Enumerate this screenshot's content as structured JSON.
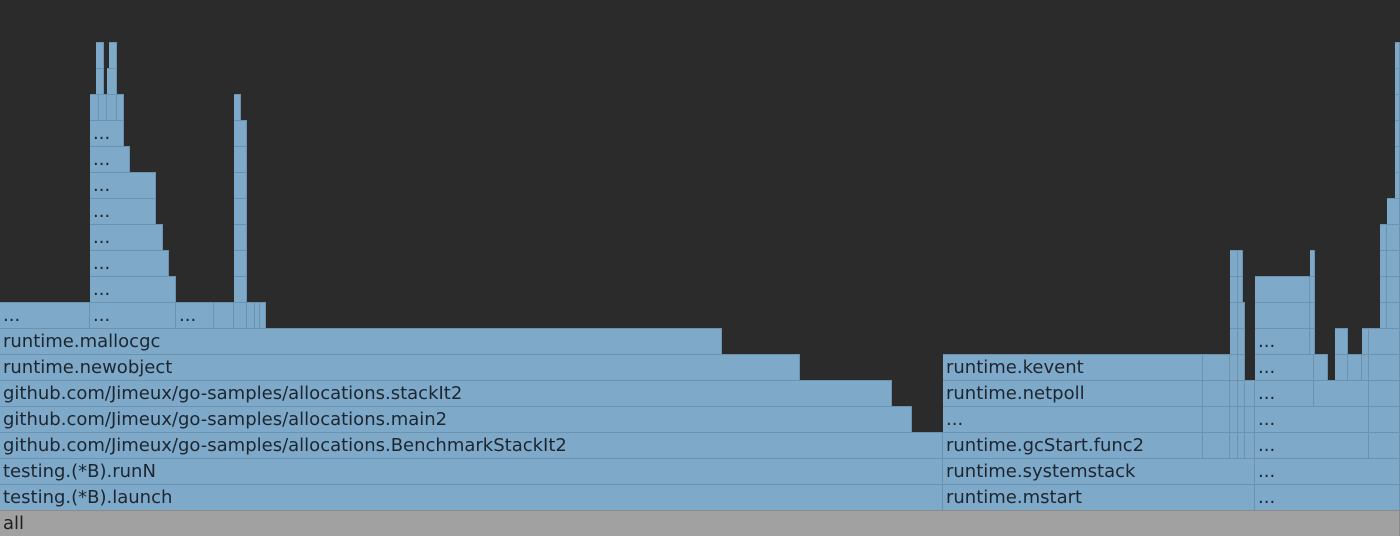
{
  "chart_data": {
    "type": "flamegraph",
    "root": "all",
    "frames": [
      {
        "label": "all",
        "depth": 0,
        "start": 0,
        "width": 1400,
        "root": true
      },
      {
        "label": "testing.(*B).launch",
        "depth": 1,
        "start": 0,
        "width": 943
      },
      {
        "label": "runtime.mstart",
        "depth": 1,
        "start": 943,
        "width": 312
      },
      {
        "label": "...",
        "depth": 1,
        "start": 1255,
        "width": 145
      },
      {
        "label": "testing.(*B).runN",
        "depth": 2,
        "start": 0,
        "width": 943
      },
      {
        "label": "runtime.systemstack",
        "depth": 2,
        "start": 943,
        "width": 312
      },
      {
        "label": "...",
        "depth": 2,
        "start": 1255,
        "width": 145
      },
      {
        "label": "github.com/Jimeux/go-samples/allocations.BenchmarkStackIt2",
        "depth": 3,
        "start": 0,
        "width": 943
      },
      {
        "label": "runtime.gcStart.func2",
        "depth": 3,
        "start": 943,
        "width": 260
      },
      {
        "label": "",
        "depth": 3,
        "start": 1203,
        "width": 27
      },
      {
        "label": "",
        "depth": 3,
        "start": 1230,
        "width": 8
      },
      {
        "label": "",
        "depth": 3,
        "start": 1238,
        "width": 7
      },
      {
        "label": "",
        "depth": 3,
        "start": 1245,
        "width": 10
      },
      {
        "label": "...",
        "depth": 3,
        "start": 1255,
        "width": 114
      },
      {
        "label": "",
        "depth": 3,
        "start": 1369,
        "width": 31
      },
      {
        "label": "github.com/Jimeux/go-samples/allocations.main2",
        "depth": 4,
        "start": 0,
        "width": 912
      },
      {
        "label": "...",
        "depth": 4,
        "start": 943,
        "width": 260
      },
      {
        "label": "",
        "depth": 4,
        "start": 1203,
        "width": 27
      },
      {
        "label": "",
        "depth": 4,
        "start": 1230,
        "width": 8
      },
      {
        "label": "",
        "depth": 4,
        "start": 1238,
        "width": 7
      },
      {
        "label": "",
        "depth": 4,
        "start": 1245,
        "width": 10
      },
      {
        "label": "...",
        "depth": 4,
        "start": 1255,
        "width": 114
      },
      {
        "label": "",
        "depth": 4,
        "start": 1369,
        "width": 31
      },
      {
        "label": "github.com/Jimeux/go-samples/allocations.stackIt2",
        "depth": 5,
        "start": 0,
        "width": 892
      },
      {
        "label": "runtime.netpoll",
        "depth": 5,
        "start": 943,
        "width": 260
      },
      {
        "label": "",
        "depth": 5,
        "start": 1203,
        "width": 27
      },
      {
        "label": "",
        "depth": 5,
        "start": 1230,
        "width": 8
      },
      {
        "label": "",
        "depth": 5,
        "start": 1238,
        "width": 7
      },
      {
        "label": "",
        "depth": 5,
        "start": 1245,
        "width": 10
      },
      {
        "label": "...",
        "depth": 5,
        "start": 1255,
        "width": 59
      },
      {
        "label": "",
        "depth": 5,
        "start": 1314,
        "width": 55
      },
      {
        "label": "",
        "depth": 5,
        "start": 1369,
        "width": 31
      },
      {
        "label": "runtime.newobject",
        "depth": 6,
        "start": 0,
        "width": 800
      },
      {
        "label": "runtime.kevent",
        "depth": 6,
        "start": 943,
        "width": 260
      },
      {
        "label": "",
        "depth": 6,
        "start": 1203,
        "width": 27
      },
      {
        "label": "",
        "depth": 6,
        "start": 1230,
        "width": 8
      },
      {
        "label": "",
        "depth": 6,
        "start": 1238,
        "width": 7
      },
      {
        "label": "...",
        "depth": 6,
        "start": 1255,
        "width": 59
      },
      {
        "label": "",
        "depth": 6,
        "start": 1314,
        "width": 14
      },
      {
        "label": "",
        "depth": 6,
        "start": 1335,
        "width": 13
      },
      {
        "label": "",
        "depth": 6,
        "start": 1348,
        "width": 14
      },
      {
        "label": "",
        "depth": 6,
        "start": 1362,
        "width": 7
      },
      {
        "label": "",
        "depth": 6,
        "start": 1369,
        "width": 31
      },
      {
        "label": "runtime.mallocgc",
        "depth": 7,
        "start": 0,
        "width": 722
      },
      {
        "label": "",
        "depth": 7,
        "start": 1230,
        "width": 8
      },
      {
        "label": "",
        "depth": 7,
        "start": 1238,
        "width": 7
      },
      {
        "label": "...",
        "depth": 7,
        "start": 1255,
        "width": 55
      },
      {
        "label": "",
        "depth": 7,
        "start": 1310,
        "width": 5
      },
      {
        "label": "",
        "depth": 7,
        "start": 1335,
        "width": 13
      },
      {
        "label": "",
        "depth": 7,
        "start": 1362,
        "width": 7
      },
      {
        "label": "",
        "depth": 7,
        "start": 1369,
        "width": 31
      },
      {
        "label": "...",
        "depth": 8,
        "start": 0,
        "width": 90
      },
      {
        "label": "...",
        "depth": 8,
        "start": 90,
        "width": 86
      },
      {
        "label": "...",
        "depth": 8,
        "start": 176,
        "width": 38
      },
      {
        "label": "",
        "depth": 8,
        "start": 214,
        "width": 20
      },
      {
        "label": "",
        "depth": 8,
        "start": 234,
        "width": 13
      },
      {
        "label": "",
        "depth": 8,
        "start": 247,
        "width": 8
      },
      {
        "label": "",
        "depth": 8,
        "start": 255,
        "width": 5
      },
      {
        "label": "",
        "depth": 8,
        "start": 260,
        "width": 6
      },
      {
        "label": "",
        "depth": 8,
        "start": 1230,
        "width": 8
      },
      {
        "label": "",
        "depth": 8,
        "start": 1238,
        "width": 7
      },
      {
        "label": "",
        "depth": 8,
        "start": 1255,
        "width": 55
      },
      {
        "label": "",
        "depth": 8,
        "start": 1310,
        "width": 5
      },
      {
        "label": "",
        "depth": 8,
        "start": 1380,
        "width": 7
      },
      {
        "label": "",
        "depth": 8,
        "start": 1387,
        "width": 13
      },
      {
        "label": "...",
        "depth": 9,
        "start": 90,
        "width": 86
      },
      {
        "label": "",
        "depth": 9,
        "start": 234,
        "width": 13
      },
      {
        "label": "",
        "depth": 9,
        "start": 1230,
        "width": 8
      },
      {
        "label": "",
        "depth": 9,
        "start": 1238,
        "width": 5
      },
      {
        "label": "",
        "depth": 9,
        "start": 1255,
        "width": 55
      },
      {
        "label": "",
        "depth": 9,
        "start": 1310,
        "width": 5
      },
      {
        "label": "",
        "depth": 9,
        "start": 1380,
        "width": 7
      },
      {
        "label": "",
        "depth": 9,
        "start": 1387,
        "width": 13
      },
      {
        "label": "...",
        "depth": 10,
        "start": 90,
        "width": 79
      },
      {
        "label": "",
        "depth": 10,
        "start": 234,
        "width": 13
      },
      {
        "label": "",
        "depth": 10,
        "start": 1230,
        "width": 8
      },
      {
        "label": "",
        "depth": 10,
        "start": 1238,
        "width": 5
      },
      {
        "label": "",
        "depth": 10,
        "start": 1310,
        "width": 5
      },
      {
        "label": "",
        "depth": 10,
        "start": 1380,
        "width": 7
      },
      {
        "label": "",
        "depth": 10,
        "start": 1387,
        "width": 13
      },
      {
        "label": "...",
        "depth": 11,
        "start": 90,
        "width": 73
      },
      {
        "label": "",
        "depth": 11,
        "start": 234,
        "width": 13
      },
      {
        "label": "",
        "depth": 11,
        "start": 1380,
        "width": 7
      },
      {
        "label": "",
        "depth": 11,
        "start": 1387,
        "width": 13
      },
      {
        "label": "...",
        "depth": 12,
        "start": 90,
        "width": 66
      },
      {
        "label": "",
        "depth": 12,
        "start": 234,
        "width": 13
      },
      {
        "label": "",
        "depth": 12,
        "start": 1387,
        "width": 13
      },
      {
        "label": "...",
        "depth": 13,
        "start": 90,
        "width": 66
      },
      {
        "label": "",
        "depth": 13,
        "start": 234,
        "width": 13
      },
      {
        "label": "",
        "depth": 13,
        "start": 1395,
        "width": 5
      },
      {
        "label": "...",
        "depth": 14,
        "start": 90,
        "width": 40
      },
      {
        "label": "",
        "depth": 14,
        "start": 234,
        "width": 13
      },
      {
        "label": "",
        "depth": 14,
        "start": 1395,
        "width": 5
      },
      {
        "label": "...",
        "depth": 15,
        "start": 90,
        "width": 34
      },
      {
        "label": "",
        "depth": 15,
        "start": 234,
        "width": 13
      },
      {
        "label": "",
        "depth": 15,
        "start": 1395,
        "width": 5
      },
      {
        "label": "",
        "depth": 16,
        "start": 90,
        "width": 9
      },
      {
        "label": "",
        "depth": 16,
        "start": 99,
        "width": 8
      },
      {
        "label": "",
        "depth": 16,
        "start": 107,
        "width": 10
      },
      {
        "label": "",
        "depth": 16,
        "start": 117,
        "width": 7
      },
      {
        "label": "",
        "depth": 16,
        "start": 234,
        "width": 7
      },
      {
        "label": "",
        "depth": 16,
        "start": 1395,
        "width": 5
      },
      {
        "label": "",
        "depth": 17,
        "start": 96,
        "width": 8
      },
      {
        "label": "",
        "depth": 17,
        "start": 107,
        "width": 10
      },
      {
        "label": "",
        "depth": 17,
        "start": 1395,
        "width": 5
      },
      {
        "label": "",
        "depth": 18,
        "start": 96,
        "width": 8
      },
      {
        "label": "",
        "depth": 18,
        "start": 109,
        "width": 8
      },
      {
        "label": "",
        "depth": 18,
        "start": 1395,
        "width": 5
      }
    ]
  }
}
